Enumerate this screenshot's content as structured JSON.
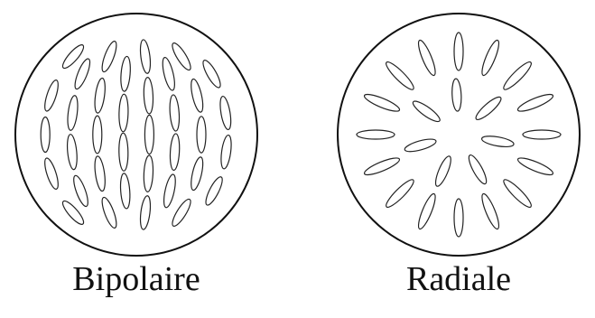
{
  "panels": [
    {
      "id": "bipolar",
      "label": "Bipolaire",
      "arrangement": "bipolar"
    },
    {
      "id": "radial",
      "label": "Radiale",
      "arrangement": "radial"
    }
  ],
  "colors": {
    "background": "#ffffff",
    "stroke": "#111111",
    "ellipse_stroke": "#222222"
  }
}
